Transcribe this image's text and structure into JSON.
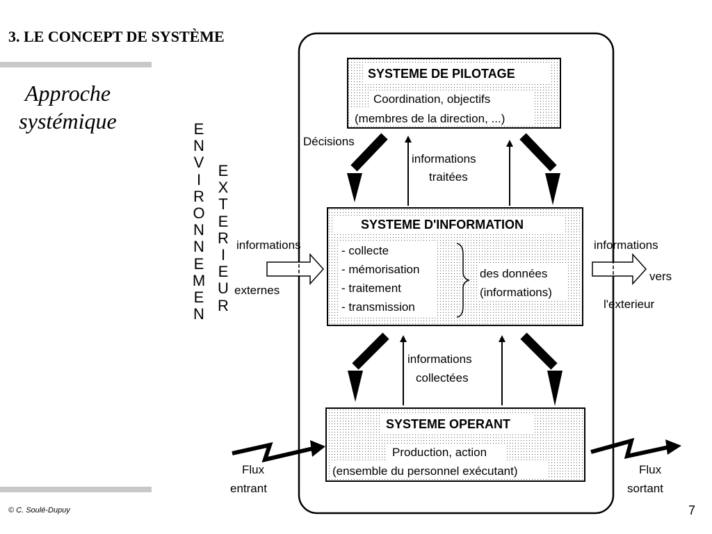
{
  "slide": {
    "title": "3. LE CONCEPT DE SYSTÈME",
    "subtitle": [
      "Approche",
      "systémique"
    ],
    "footer": "© C. Soulé-Dupuy",
    "page_number": "7"
  },
  "environment": {
    "column1": [
      "E",
      "N",
      "V",
      "I",
      "R",
      "O",
      "N",
      "N",
      "E",
      "M",
      "E",
      "N"
    ],
    "column2": [
      "E",
      "X",
      "T",
      "E",
      "R",
      "I",
      "E",
      "U",
      "R"
    ]
  },
  "boxes": {
    "pilotage": {
      "title": "SYSTEME DE PILOTAGE",
      "line1": "Coordination, objectifs",
      "line2": "(membres de la direction, ...)"
    },
    "information": {
      "title": "SYSTEME D'INFORMATION",
      "items": [
        "- collecte",
        "- mémorisation",
        "- traitement",
        "- transmission"
      ],
      "suffix_line1": "des données",
      "suffix_line2": "(informations)"
    },
    "operant": {
      "title": "SYSTEME OPERANT",
      "line1": "Production, action",
      "line2": "(ensemble du personnel exécutant)"
    }
  },
  "labels": {
    "decisions": "Décisions",
    "info_traitees": [
      "informations",
      "traitées"
    ],
    "info_collectees": [
      "informations",
      "collectées"
    ],
    "info_externes": [
      "informations",
      "externes"
    ],
    "info_sortantes": [
      "informations",
      "vers",
      "l'exterieur"
    ],
    "flux_entrant": [
      "Flux",
      "entrant"
    ],
    "flux_sortant": [
      "Flux",
      "sortant"
    ]
  }
}
